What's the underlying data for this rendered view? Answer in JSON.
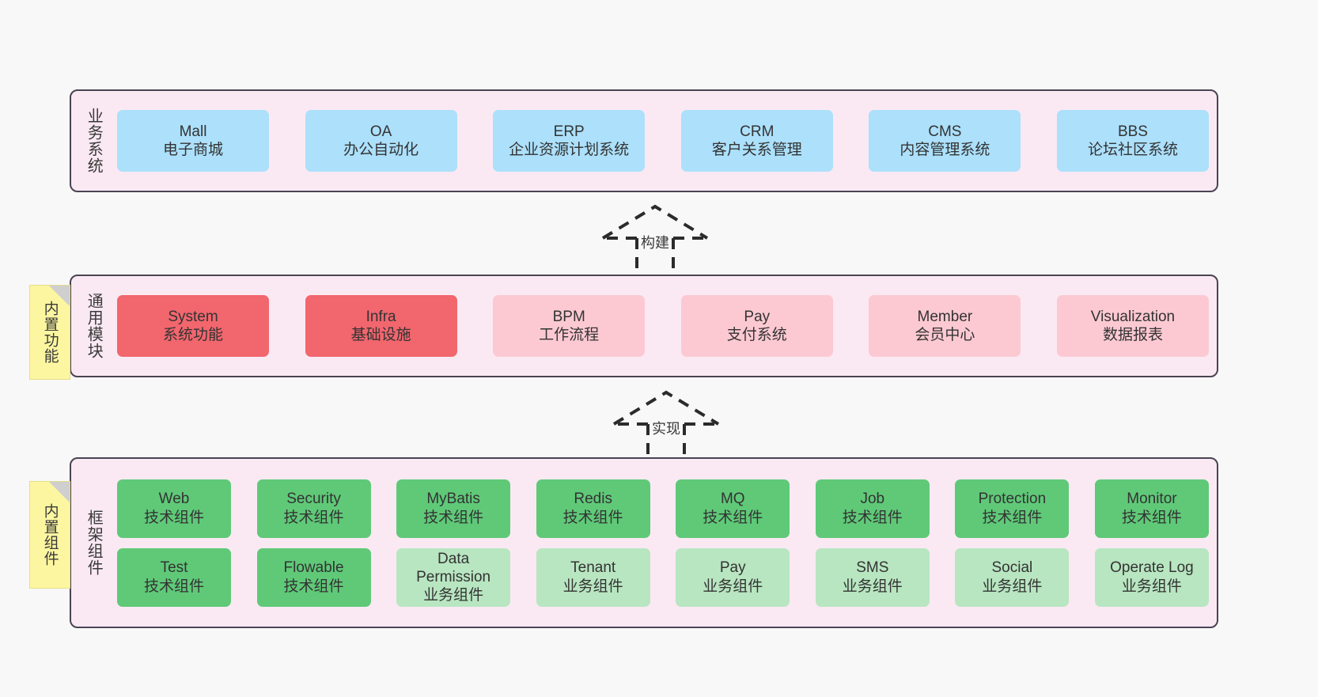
{
  "diagram": {
    "background": "#f8f8f8",
    "band_fill": "#fae9f3",
    "band_border": "#4a4453",
    "note_fill": "#fcf6a0",
    "colors": {
      "business": "#ace0fb",
      "module_strong": "#f2666e",
      "module_light": "#fcc9d2",
      "tech_strong": "#5fc978",
      "tech_light": "#b8e6c1"
    }
  },
  "layers": [
    {
      "title": "业务系统",
      "cards": [
        {
          "l1": "Mall",
          "l2": "电子商城"
        },
        {
          "l1": "OA",
          "l2": "办公自动化"
        },
        {
          "l1": "ERP",
          "l2": "企业资源计划系统"
        },
        {
          "l1": "CRM",
          "l2": "客户关系管理"
        },
        {
          "l1": "CMS",
          "l2": "内容管理系统"
        },
        {
          "l1": "BBS",
          "l2": "论坛社区系统"
        }
      ]
    },
    {
      "title": "通用模块",
      "note": "内置功能",
      "cards": [
        {
          "l1": "System",
          "l2": "系统功能",
          "tone": "strong"
        },
        {
          "l1": "Infra",
          "l2": "基础设施",
          "tone": "strong"
        },
        {
          "l1": "BPM",
          "l2": "工作流程",
          "tone": "light"
        },
        {
          "l1": "Pay",
          "l2": "支付系统",
          "tone": "light"
        },
        {
          "l1": "Member",
          "l2": "会员中心",
          "tone": "light"
        },
        {
          "l1": "Visualization",
          "l2": "数据报表",
          "tone": "light"
        }
      ]
    },
    {
      "title": "框架组件",
      "note": "内置组件",
      "row1": [
        {
          "l1": "Web",
          "l2": "技术组件",
          "tone": "strong"
        },
        {
          "l1": "Security",
          "l2": "技术组件",
          "tone": "strong"
        },
        {
          "l1": "MyBatis",
          "l2": "技术组件",
          "tone": "strong"
        },
        {
          "l1": "Redis",
          "l2": "技术组件",
          "tone": "strong"
        },
        {
          "l1": "MQ",
          "l2": "技术组件",
          "tone": "strong"
        },
        {
          "l1": "Job",
          "l2": "技术组件",
          "tone": "strong"
        },
        {
          "l1": "Protection",
          "l2": "技术组件",
          "tone": "strong"
        },
        {
          "l1": "Monitor",
          "l2": "技术组件",
          "tone": "strong"
        }
      ],
      "row2": [
        {
          "l1": "Test",
          "l2": "技术组件",
          "tone": "strong"
        },
        {
          "l1": "Flowable",
          "l2": "技术组件",
          "tone": "strong"
        },
        {
          "l1": "Data Permission",
          "l2": "业务组件",
          "tone": "light",
          "wrap": true
        },
        {
          "l1": "Tenant",
          "l2": "业务组件",
          "tone": "light"
        },
        {
          "l1": "Pay",
          "l2": "业务组件",
          "tone": "light"
        },
        {
          "l1": "SMS",
          "l2": "业务组件",
          "tone": "light"
        },
        {
          "l1": "Social",
          "l2": "业务组件",
          "tone": "light"
        },
        {
          "l1": "Operate Log",
          "l2": "业务组件",
          "tone": "light"
        }
      ]
    }
  ],
  "connectors": [
    {
      "label": "构建"
    },
    {
      "label": "实现"
    }
  ]
}
